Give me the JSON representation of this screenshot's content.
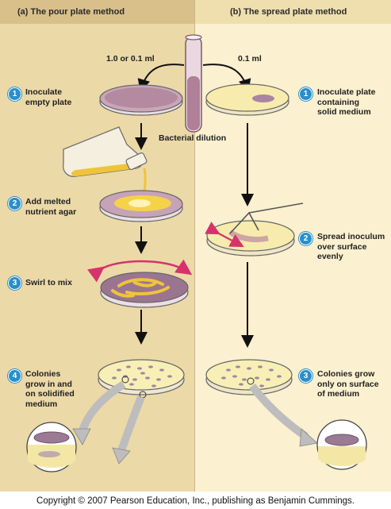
{
  "panels": {
    "left_title": "(a) The pour plate method",
    "right_title": "(b) The spread plate method"
  },
  "volumes": {
    "left": "1.0 or 0.1 ml",
    "right": "0.1 ml"
  },
  "tube_label": "Bacterial dilution",
  "left_steps": [
    {
      "num": "1",
      "line1": "Inoculate",
      "line2": "empty plate",
      "line3": ""
    },
    {
      "num": "2",
      "line1": "Add melted",
      "line2": "nutrient agar",
      "line3": ""
    },
    {
      "num": "3",
      "line1": "Swirl to mix",
      "line2": "",
      "line3": ""
    },
    {
      "num": "4",
      "line1": "Colonies",
      "line2": "grow in and",
      "line3": "on solidified",
      "line4": "medium"
    }
  ],
  "right_steps": [
    {
      "num": "1",
      "line1": "Inoculate plate",
      "line2": "containing",
      "line3": "solid medium"
    },
    {
      "num": "2",
      "line1": "Spread inoculum",
      "line2": "over surface",
      "line3": "evenly"
    },
    {
      "num": "3",
      "line1": "Colonies grow",
      "line2": "only on surface",
      "line3": "of medium"
    }
  ],
  "copyright": "Copyright © 2007 Pearson Education, Inc., publishing as Benjamin Cummings.",
  "colors": {
    "step_badge": "#2a8fc9",
    "agar_yellow": "#f3d24a",
    "inoculum_purple": "#b58aa8",
    "swirl_arrow": "#d6336c"
  }
}
